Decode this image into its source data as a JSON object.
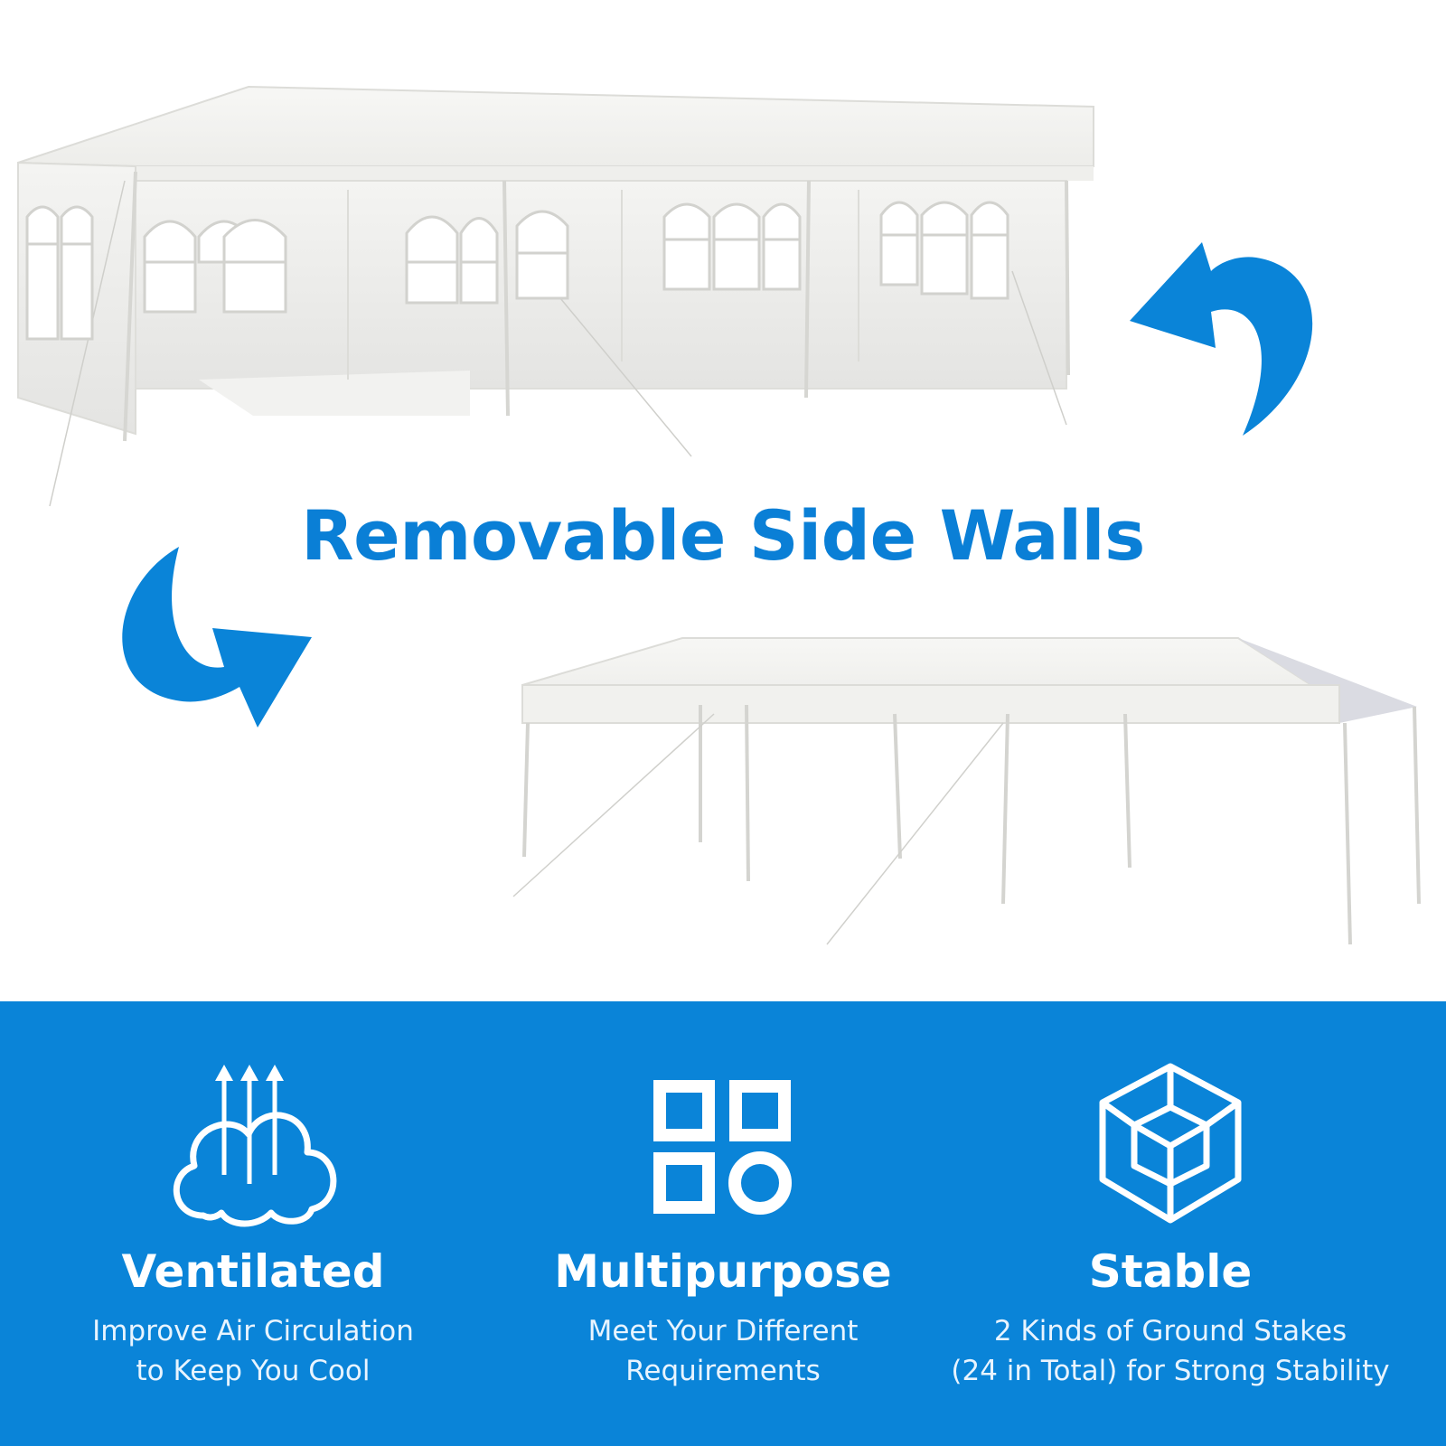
{
  "headline": "Removable Side Walls",
  "colors": {
    "brand_blue": "#0a84d8",
    "text_blue": "#0a7fd6",
    "white": "#ffffff"
  },
  "features": [
    {
      "icon": "ventilation-cloud-icon",
      "title": "Ventilated",
      "desc_line1": "Improve Air Circulation",
      "desc_line2": "to Keep You Cool"
    },
    {
      "icon": "shapes-grid-icon",
      "title": "Multipurpose",
      "desc_line1": "Meet Your Different",
      "desc_line2": "Requirements"
    },
    {
      "icon": "cube-stability-icon",
      "title": "Stable",
      "desc_line1": "2 Kinds of Ground Stakes",
      "desc_line2": "(24 in Total) for Strong Stability"
    }
  ]
}
